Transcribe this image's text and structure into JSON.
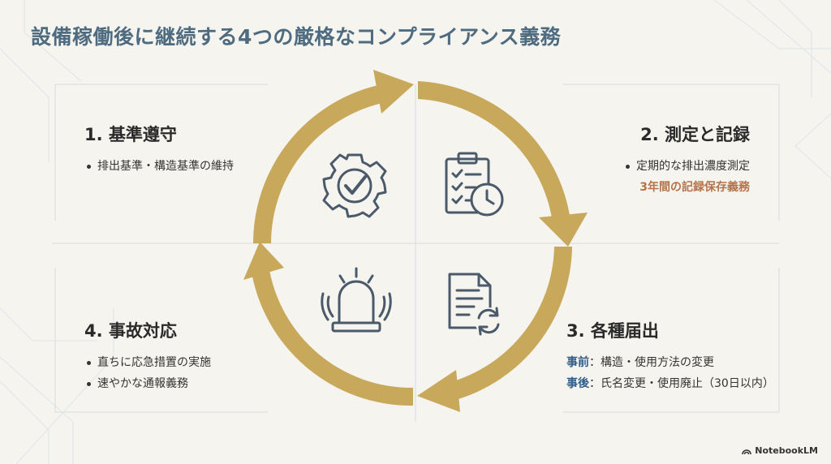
{
  "title": "設備稼働後に継続する4つの厳格なコンプライアンス義務",
  "colors": {
    "title": "#4e6b80",
    "arrow": "#c8a85a",
    "icon": "#4a5a6a",
    "highlight": "#b5734a",
    "label": "#2f5d8a"
  },
  "quadrants": {
    "q1": {
      "heading": "1. 基準遵守",
      "icon": "gear-check-icon",
      "items": [
        "排出基準・構造基準の維持"
      ]
    },
    "q2": {
      "heading": "2. 測定と記録",
      "icon": "clipboard-clock-icon",
      "items": [
        "定期的な排出濃度測定"
      ],
      "highlight": "3年間の記録保存義務"
    },
    "q3": {
      "heading": "3. 各種届出",
      "icon": "document-refresh-icon",
      "rows": [
        {
          "label": "事前",
          "sep": "：",
          "text": "構造・使用方法の変更"
        },
        {
          "label": "事後",
          "sep": "：",
          "text": "氏名変更・使用廃止（30日以内）"
        }
      ]
    },
    "q4": {
      "heading": "4. 事故対応",
      "icon": "alarm-light-icon",
      "items": [
        "直ちに応急措置の実施",
        "速やかな通報義務"
      ]
    }
  },
  "brand": "NotebookLM"
}
